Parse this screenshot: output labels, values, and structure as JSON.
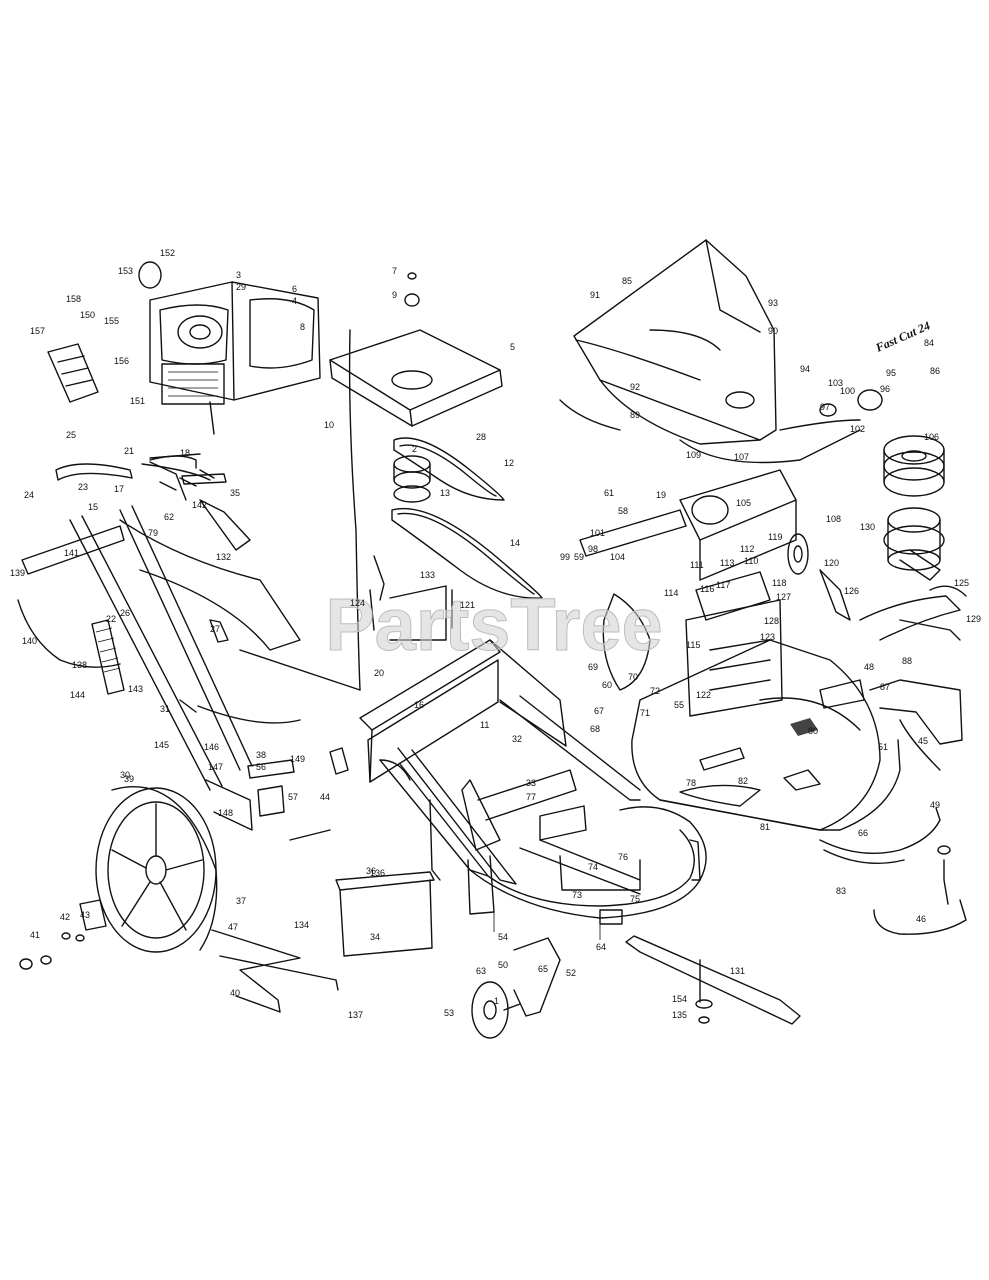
{
  "watermark": "PartsTree",
  "product_logo": "Fast Cut 24",
  "icons": [
    "engine-icon",
    "belt-icon",
    "wheel-icon",
    "frame-icon",
    "deck-icon",
    "blade-icon",
    "pulley-icon",
    "handle-icon",
    "cover-icon"
  ],
  "callouts": [
    {
      "id": "c1",
      "t": "152"
    },
    {
      "id": "c2",
      "t": "153"
    },
    {
      "id": "c3",
      "t": "3"
    },
    {
      "id": "c4",
      "t": "29"
    },
    {
      "id": "c5",
      "t": "6"
    },
    {
      "id": "c6",
      "t": "4"
    },
    {
      "id": "c7",
      "t": "8"
    },
    {
      "id": "c8",
      "t": "158"
    },
    {
      "id": "c9",
      "t": "150"
    },
    {
      "id": "c10",
      "t": "155"
    },
    {
      "id": "c11",
      "t": "157"
    },
    {
      "id": "c12",
      "t": "156"
    },
    {
      "id": "c13",
      "t": "151"
    },
    {
      "id": "c14",
      "t": "25"
    },
    {
      "id": "c15",
      "t": "21"
    },
    {
      "id": "c16",
      "t": "18"
    },
    {
      "id": "c17",
      "t": "24"
    },
    {
      "id": "c18",
      "t": "23"
    },
    {
      "id": "c19",
      "t": "17"
    },
    {
      "id": "c20",
      "t": "62"
    },
    {
      "id": "c21",
      "t": "142"
    },
    {
      "id": "c22",
      "t": "35"
    },
    {
      "id": "c23",
      "t": "141"
    },
    {
      "id": "c24",
      "t": "139"
    },
    {
      "id": "c25",
      "t": "26"
    },
    {
      "id": "c26",
      "t": "132"
    },
    {
      "id": "c27",
      "t": "27"
    },
    {
      "id": "c28",
      "t": "138"
    },
    {
      "id": "c29",
      "t": "144"
    },
    {
      "id": "c30",
      "t": "143"
    },
    {
      "id": "c31",
      "t": "31"
    },
    {
      "id": "c32",
      "t": "145"
    },
    {
      "id": "c33",
      "t": "146"
    },
    {
      "id": "c34",
      "t": "147"
    },
    {
      "id": "c35",
      "t": "148"
    },
    {
      "id": "c36",
      "t": "39"
    },
    {
      "id": "c37",
      "t": "37"
    },
    {
      "id": "c38",
      "t": "41"
    },
    {
      "id": "c39",
      "t": "42"
    },
    {
      "id": "c40",
      "t": "43"
    },
    {
      "id": "c41",
      "t": "40"
    },
    {
      "id": "c42",
      "t": "44"
    },
    {
      "id": "c43",
      "t": "47"
    },
    {
      "id": "c44",
      "t": "36"
    },
    {
      "id": "c45",
      "t": "34"
    },
    {
      "id": "c46",
      "t": "7"
    },
    {
      "id": "c47",
      "t": "9"
    },
    {
      "id": "c48",
      "t": "5"
    },
    {
      "id": "c49",
      "t": "10"
    },
    {
      "id": "c50",
      "t": "12"
    },
    {
      "id": "c51",
      "t": "13"
    },
    {
      "id": "c52",
      "t": "14"
    },
    {
      "id": "c53",
      "t": "124"
    },
    {
      "id": "c54",
      "t": "121"
    },
    {
      "id": "c55",
      "t": "133"
    },
    {
      "id": "c56",
      "t": "20"
    },
    {
      "id": "c57",
      "t": "149"
    },
    {
      "id": "c58",
      "t": "16"
    },
    {
      "id": "c59",
      "t": "11"
    },
    {
      "id": "c60",
      "t": "32"
    },
    {
      "id": "c61",
      "t": "33"
    },
    {
      "id": "c62",
      "t": "77"
    },
    {
      "id": "c63",
      "t": "74"
    },
    {
      "id": "c64",
      "t": "76"
    },
    {
      "id": "c65",
      "t": "73"
    },
    {
      "id": "c66",
      "t": "64"
    },
    {
      "id": "c67",
      "t": "63"
    },
    {
      "id": "c68",
      "t": "65"
    },
    {
      "id": "c69",
      "t": "53"
    },
    {
      "id": "c70",
      "t": "52"
    },
    {
      "id": "c71",
      "t": "50"
    },
    {
      "id": "c72",
      "t": "84"
    },
    {
      "id": "c73",
      "t": "86"
    },
    {
      "id": "c74",
      "t": "85"
    },
    {
      "id": "c75",
      "t": "91"
    },
    {
      "id": "c76",
      "t": "93"
    },
    {
      "id": "c77",
      "t": "90"
    },
    {
      "id": "c78",
      "t": "92"
    },
    {
      "id": "c79",
      "t": "89"
    },
    {
      "id": "c80",
      "t": "94"
    },
    {
      "id": "c81",
      "t": "95"
    },
    {
      "id": "c82",
      "t": "103"
    },
    {
      "id": "c83",
      "t": "100"
    },
    {
      "id": "c84",
      "t": "96"
    },
    {
      "id": "c85",
      "t": "102"
    },
    {
      "id": "c86",
      "t": "106"
    },
    {
      "id": "c87",
      "t": "97"
    },
    {
      "id": "c88",
      "t": "130"
    },
    {
      "id": "c89",
      "t": "109"
    },
    {
      "id": "c90",
      "t": "107"
    },
    {
      "id": "c91",
      "t": "105"
    },
    {
      "id": "c92",
      "t": "108"
    },
    {
      "id": "c93",
      "t": "119"
    },
    {
      "id": "c94",
      "t": "120"
    },
    {
      "id": "c95",
      "t": "118"
    },
    {
      "id": "c96",
      "t": "117"
    },
    {
      "id": "c97",
      "t": "116"
    },
    {
      "id": "c98",
      "t": "115"
    },
    {
      "id": "c99",
      "t": "114"
    },
    {
      "id": "c100",
      "t": "113"
    },
    {
      "id": "c101",
      "t": "112"
    },
    {
      "id": "c102",
      "t": "111"
    },
    {
      "id": "c103",
      "t": "110"
    },
    {
      "id": "c104",
      "t": "125"
    },
    {
      "id": "c105",
      "t": "126"
    },
    {
      "id": "c106",
      "t": "127"
    },
    {
      "id": "c107",
      "t": "128"
    },
    {
      "id": "c108",
      "t": "129"
    },
    {
      "id": "c109",
      "t": "122"
    },
    {
      "id": "c110",
      "t": "123"
    },
    {
      "id": "c111",
      "t": "88"
    },
    {
      "id": "c112",
      "t": "87"
    },
    {
      "id": "c113",
      "t": "48"
    },
    {
      "id": "c114",
      "t": "99"
    },
    {
      "id": "c115",
      "t": "98"
    },
    {
      "id": "c116",
      "t": "45"
    },
    {
      "id": "c117",
      "t": "80"
    },
    {
      "id": "c118",
      "t": "82"
    },
    {
      "id": "c119",
      "t": "78"
    },
    {
      "id": "c120",
      "t": "81"
    },
    {
      "id": "c121",
      "t": "66"
    },
    {
      "id": "c122",
      "t": "46"
    },
    {
      "id": "c123",
      "t": "83"
    },
    {
      "id": "c124",
      "t": "131"
    },
    {
      "id": "c125",
      "t": "154"
    },
    {
      "id": "c126",
      "t": "135"
    },
    {
      "id": "c127",
      "t": "134"
    },
    {
      "id": "c128",
      "t": "136"
    },
    {
      "id": "c129",
      "t": "75"
    },
    {
      "id": "c130",
      "t": "69"
    },
    {
      "id": "c131",
      "t": "67"
    },
    {
      "id": "c132",
      "t": "68"
    },
    {
      "id": "c133",
      "t": "71"
    },
    {
      "id": "c134",
      "t": "70"
    },
    {
      "id": "c135",
      "t": "72"
    },
    {
      "id": "c136",
      "t": "55"
    },
    {
      "id": "c137",
      "t": "56"
    },
    {
      "id": "c138",
      "t": "60"
    },
    {
      "id": "c139",
      "t": "61"
    },
    {
      "id": "c140",
      "t": "58"
    },
    {
      "id": "c141",
      "t": "59"
    },
    {
      "id": "c142",
      "t": "101"
    },
    {
      "id": "c143",
      "t": "104"
    },
    {
      "id": "c144",
      "t": "19"
    },
    {
      "id": "c145",
      "t": "22"
    },
    {
      "id": "c146",
      "t": "15"
    },
    {
      "id": "c147",
      "t": "57"
    },
    {
      "id": "c148",
      "t": "38"
    },
    {
      "id": "c149",
      "t": "30"
    },
    {
      "id": "c150",
      "t": "49"
    },
    {
      "id": "c151",
      "t": "51"
    },
    {
      "id": "c152",
      "t": "54"
    },
    {
      "id": "c153",
      "t": "1"
    },
    {
      "id": "c154",
      "t": "2"
    },
    {
      "id": "c155",
      "t": "28"
    },
    {
      "id": "c156",
      "t": "137"
    },
    {
      "id": "c157",
      "t": "140"
    },
    {
      "id": "c158",
      "t": "79"
    }
  ]
}
